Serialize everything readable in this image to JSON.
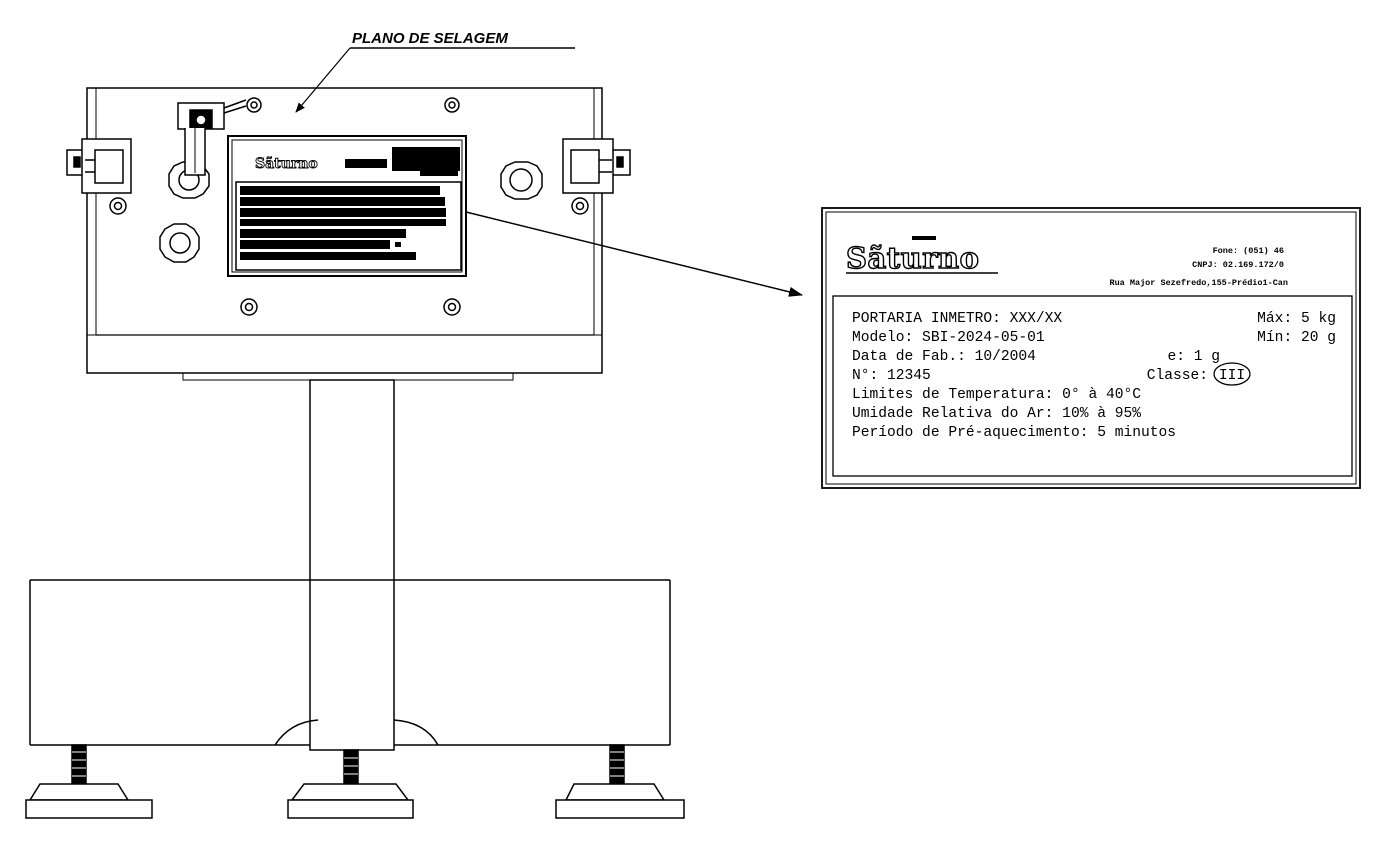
{
  "diagram": {
    "title": "PLANO DE SELAGEM"
  },
  "plate": {
    "brand": "Sãturno",
    "contact": {
      "phone": "Fone: (051) 46",
      "cnpj": "CNPJ: 02.169.172/0",
      "address": "Rua Major Sezefredo,155-Prédio1-Can"
    },
    "lines": {
      "portaria": "PORTARIA INMETRO: XXX/XX",
      "max": "Máx: 5 kg",
      "modelo": "Modelo: SBI-2024-05-01",
      "min": "Mín: 20 g",
      "data_fab": "Data de Fab.: 10/2004",
      "e": "e: 1 g",
      "numero": "N°: 12345",
      "classe_label": "Classe:",
      "classe_value": "III",
      "temperatura": "Limites de Temperatura: 0° à 40°C",
      "umidade": "Umidade Relativa do Ar: 10% à 95%",
      "preaquecimento": "Período de Pré-aquecimento: 5 minutos"
    }
  }
}
